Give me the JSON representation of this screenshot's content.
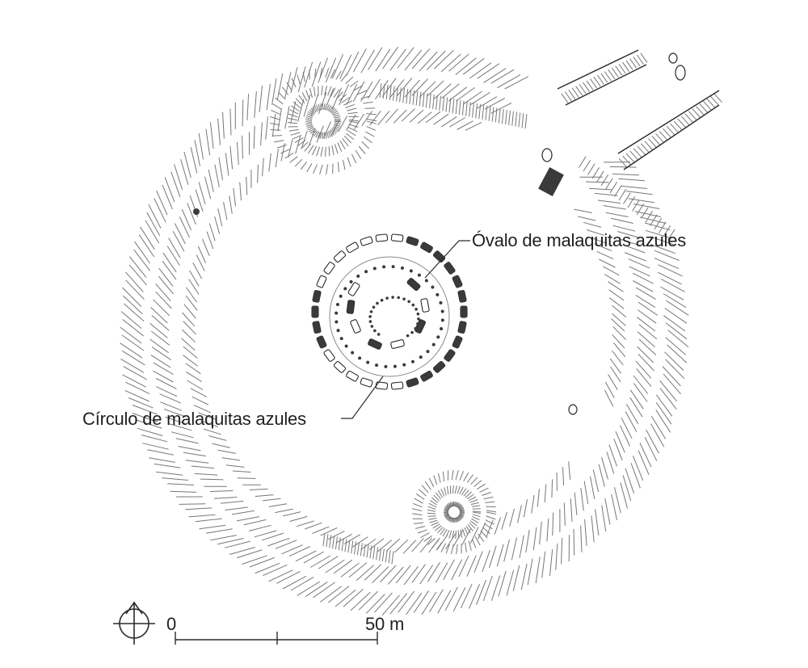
{
  "labels": {
    "oval": "Óvalo de malaquitas azules",
    "circle": "Círculo de malaquitas azules"
  },
  "scale": {
    "start": "0",
    "end": "50 m"
  },
  "icons": {
    "north": "north-arrow-icon"
  },
  "colors": {
    "ink": "#2a2a2a",
    "stone_fill": "#3a3a3a",
    "background": "#ffffff"
  }
}
